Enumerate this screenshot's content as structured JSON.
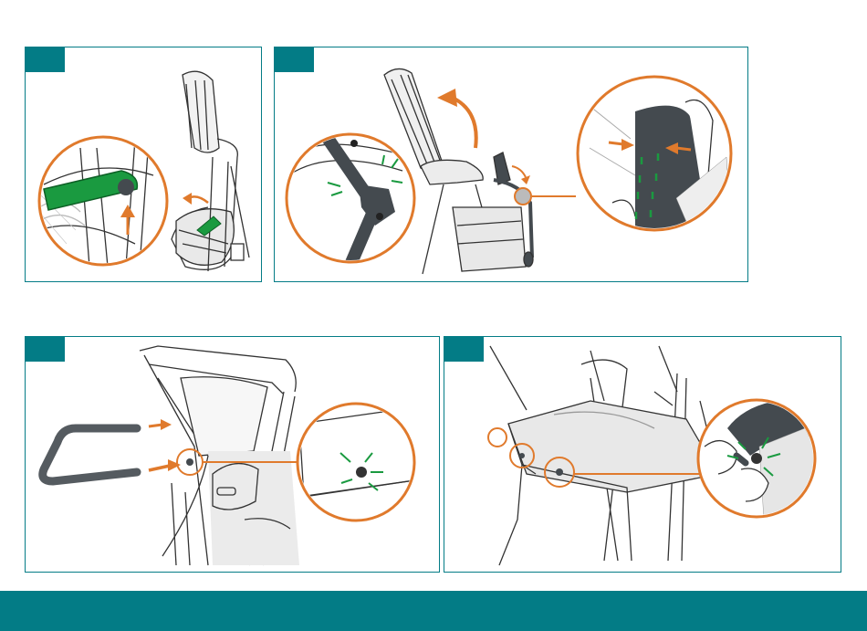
{
  "colors": {
    "teal": "#037c86",
    "orange": "#e07a2c",
    "green": "#1a9a40",
    "dark_gray": "#444a4f",
    "line": "#333333"
  },
  "steps": [
    {
      "id": "step-1",
      "number_visible": false,
      "icons": [
        "stroller-folded-icon",
        "green-lever-icon",
        "arrow-up-icon",
        "zoom-circle-icon"
      ]
    },
    {
      "id": "step-2",
      "number_visible": false,
      "icons": [
        "stroller-unfolding-icon",
        "curved-arrow-icon",
        "click-lines-icon",
        "zoom-circle-icon",
        "squeeze-arrows-icon"
      ]
    },
    {
      "id": "step-3",
      "number_visible": false,
      "icons": [
        "bumper-bar-icon",
        "insert-arrows-icon",
        "click-lines-icon",
        "zoom-circle-icon"
      ]
    },
    {
      "id": "step-4",
      "number_visible": false,
      "icons": [
        "basket-icon",
        "snap-circles-icon",
        "click-lines-icon",
        "zoom-circle-icon"
      ]
    }
  ]
}
